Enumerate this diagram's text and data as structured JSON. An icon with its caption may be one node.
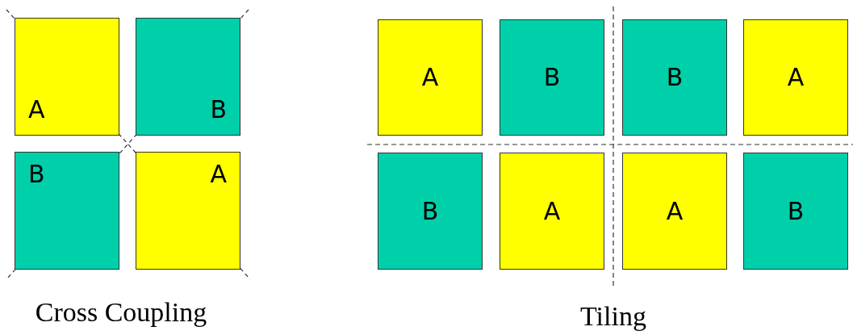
{
  "diagram": {
    "nodes": [
      {
        "text": [
          "A"
        ]
      },
      {
        "text": [
          "B"
        ]
      },
      {
        "text": [
          "B"
        ]
      },
      {
        "text": [
          "A"
        ]
      },
      {
        "text": [
          "A"
        ]
      },
      {
        "text": [
          "B"
        ]
      },
      {
        "text": [
          "B"
        ]
      },
      {
        "text": [
          "A"
        ]
      },
      {
        "text": [
          "B"
        ]
      },
      {
        "text": [
          "A"
        ]
      },
      {
        "text": [
          "A"
        ]
      },
      {
        "text": [
          "B"
        ]
      }
    ],
    "labels": [
      "Cross Coupling",
      "Tiling"
    ]
  }
}
